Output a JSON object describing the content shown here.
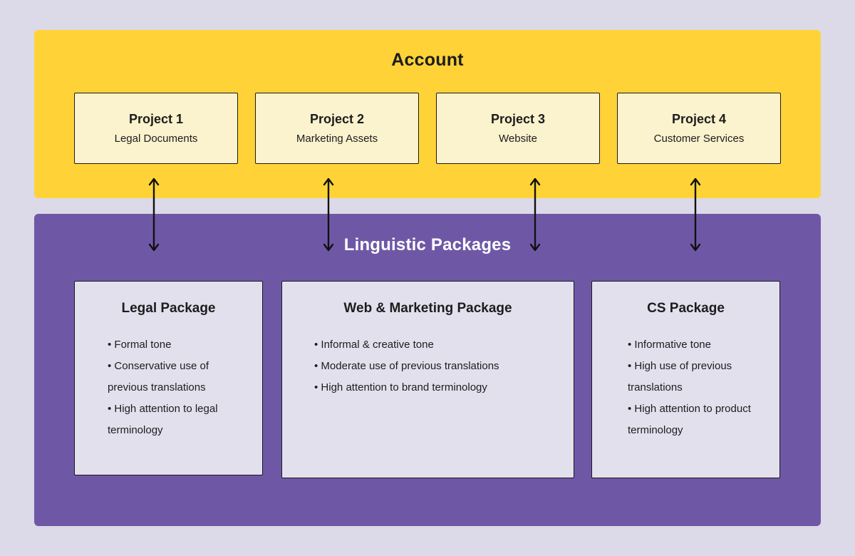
{
  "account": {
    "title": "Account",
    "projects": [
      {
        "title": "Project 1",
        "subtitle": "Legal Documents"
      },
      {
        "title": "Project 2",
        "subtitle": "Marketing Assets"
      },
      {
        "title": "Project 3",
        "subtitle": "Website"
      },
      {
        "title": "Project 4",
        "subtitle": "Customer Services"
      }
    ]
  },
  "packages_section": {
    "title": "Linguistic Packages",
    "packages": [
      {
        "title": "Legal Package",
        "bullets": [
          "Formal tone",
          "Conservative use of previous translations",
          "High attention to legal terminology"
        ]
      },
      {
        "title": "Web & Marketing Package",
        "bullets": [
          "Informal & creative tone",
          "Moderate use of previous translations",
          "High attention to brand terminology"
        ]
      },
      {
        "title": "CS Package",
        "bullets": [
          "Informative tone",
          "High use of previous translations",
          "High attention to product terminology"
        ]
      }
    ]
  },
  "colors": {
    "background": "#DCD9E8",
    "account_band": "#FFD337",
    "project_box": "#FBF2CE",
    "packages_band": "#6E58A6",
    "package_card": "#E3E0EE",
    "border": "#1A1A1A",
    "arrow": "#111111",
    "text_dark": "#1C1C1C",
    "text_light": "#FFFFFF"
  }
}
